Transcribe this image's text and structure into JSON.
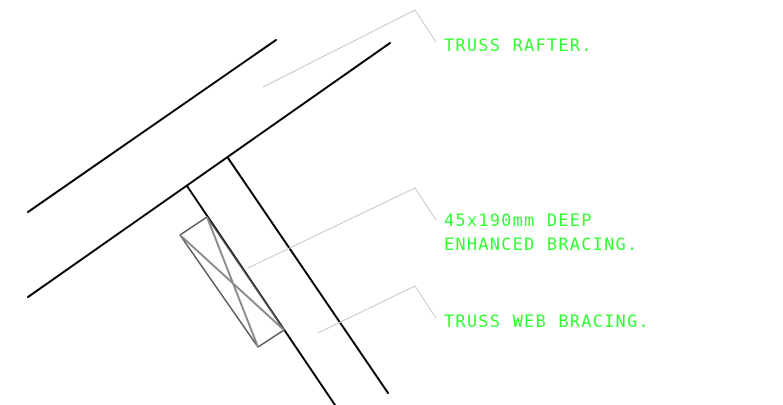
{
  "labels": {
    "rafter": "TRUSS RAFTER.",
    "bracing_line1": "45x190mm DEEP",
    "bracing_line2": "ENHANCED BRACING.",
    "web_bracing": "TRUSS WEB BRACING."
  },
  "colors": {
    "annotation_text": "#33ff33",
    "linework": "#000000",
    "leader": "#c8c8c8",
    "brace_cross": "#8a8a8a"
  }
}
